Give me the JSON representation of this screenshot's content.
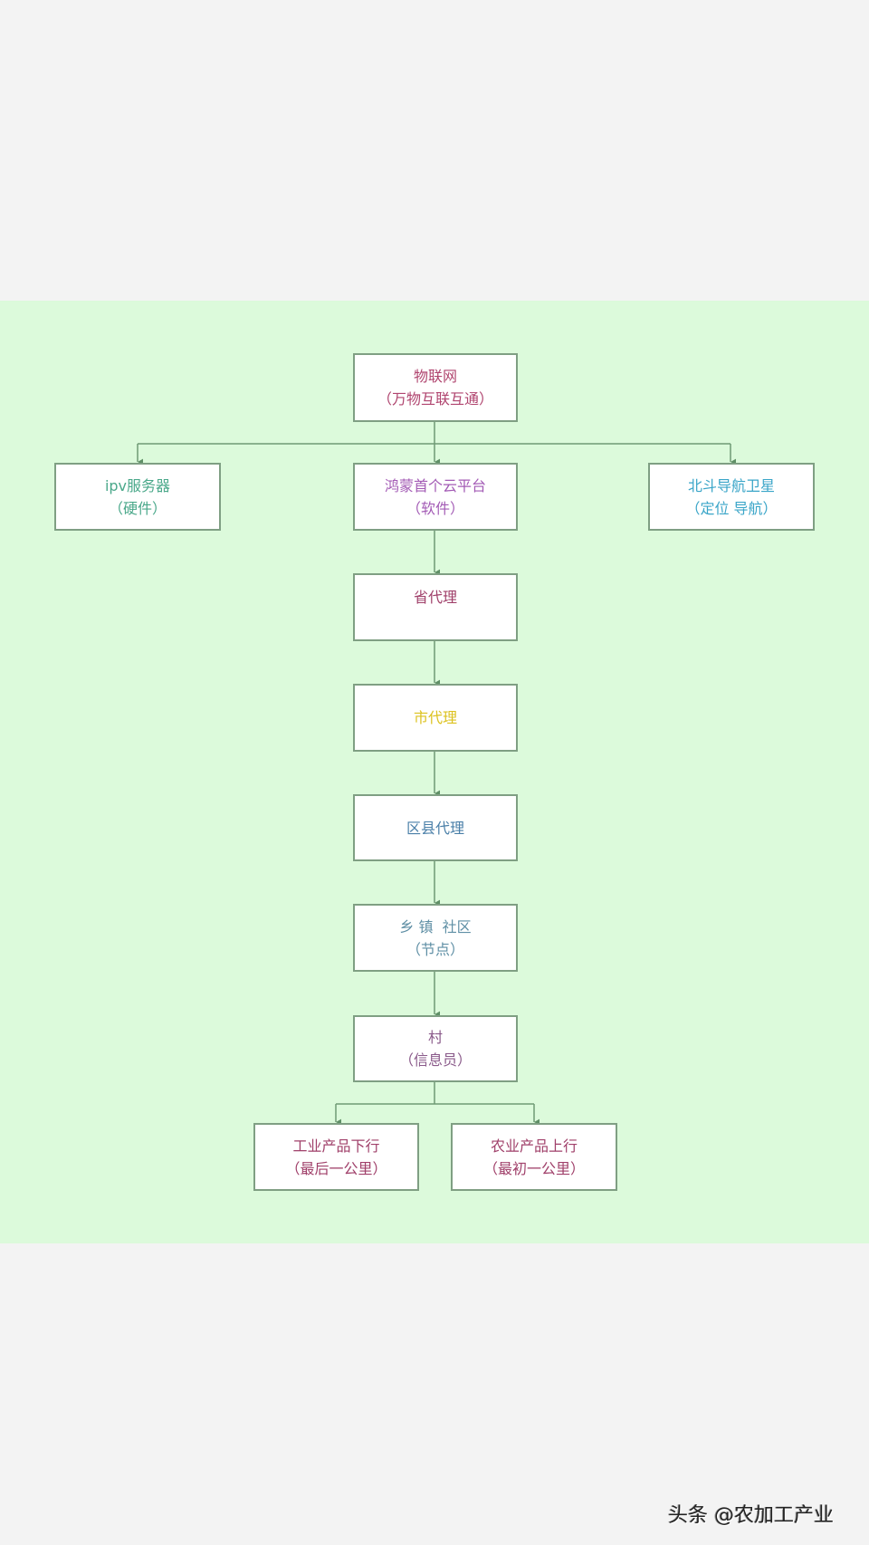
{
  "nodes": {
    "iot": {
      "line1": "物联网",
      "line2": "（万物互联互通）",
      "color": "#b0456f"
    },
    "server": {
      "line1": "ipv服务器",
      "line2": "（硬件）",
      "color": "#4aa88a"
    },
    "cloud": {
      "line1": "鸿蒙首个云平台",
      "line2": "（软件）",
      "color": "#a35bb5"
    },
    "beidou": {
      "line1": "北斗导航卫星",
      "line2": "（定位 导航）",
      "color": "#3aa5c8"
    },
    "province": {
      "line1": "省代理",
      "color": "#a0406a"
    },
    "city": {
      "line1": "市代理",
      "color": "#dcc21f"
    },
    "county": {
      "line1": "区县代理",
      "color": "#4a7fa8"
    },
    "town": {
      "line1": "乡 镇  社区",
      "line2": "（节点）",
      "color": "#5f8fa5"
    },
    "village": {
      "line1": "村",
      "line2": "（信息员）",
      "color": "#8a5a8a"
    },
    "industrial": {
      "line1": "工业产品下行",
      "line2": "（最后一公里）",
      "color": "#a0406a"
    },
    "agri": {
      "line1": "农业产品上行",
      "line2": "（最初一公里）",
      "color": "#a0406a"
    }
  },
  "watermark": "头条 @农加工产业"
}
